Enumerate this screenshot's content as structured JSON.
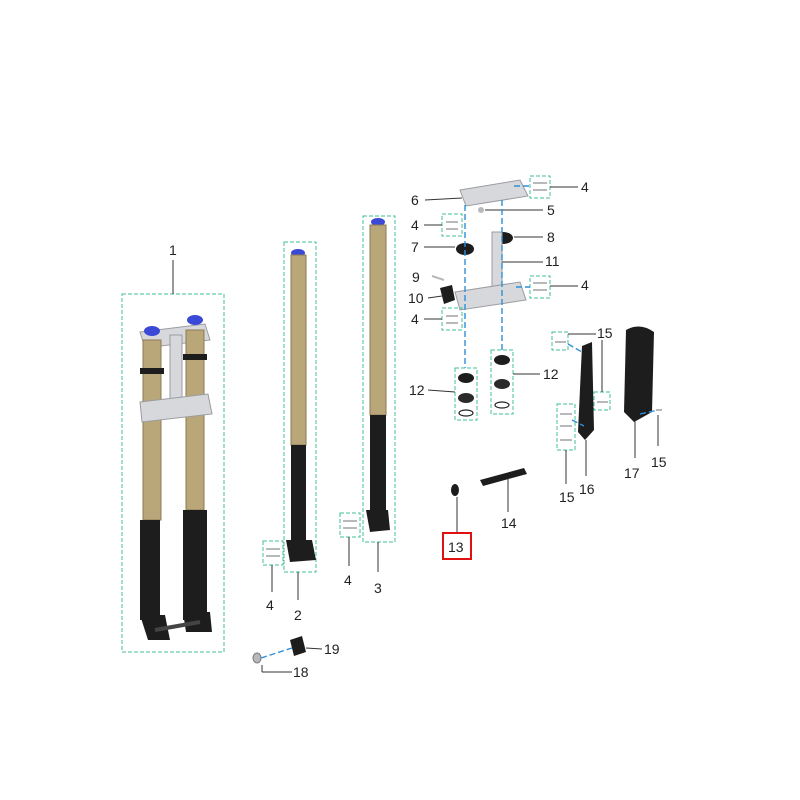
{
  "colors": {
    "gold": "#b9a77a",
    "gold_dark": "#8c7b52",
    "black": "#1d1d1d",
    "silver": "#d6d8dc",
    "blue_cap": "#3a49d6",
    "bracket": "#3fbf9a",
    "axis": "#2f8fd8",
    "highlight": "#e01010"
  },
  "callouts": {
    "c1": "1",
    "c2": "2",
    "c3": "3",
    "c4a": "4",
    "c4b": "4",
    "c4c": "4",
    "c4d": "4",
    "c4e": "4",
    "c4f": "4",
    "c5": "5",
    "c6": "6",
    "c7": "7",
    "c8": "8",
    "c9": "9",
    "c10": "10",
    "c11": "11",
    "c12a": "12",
    "c12b": "12",
    "c13": "13",
    "c14": "14",
    "c15a": "15",
    "c15b": "15",
    "c15c": "15",
    "c16": "16",
    "c17": "17",
    "c18": "18",
    "c19": "19"
  },
  "highlighted_part": "13"
}
